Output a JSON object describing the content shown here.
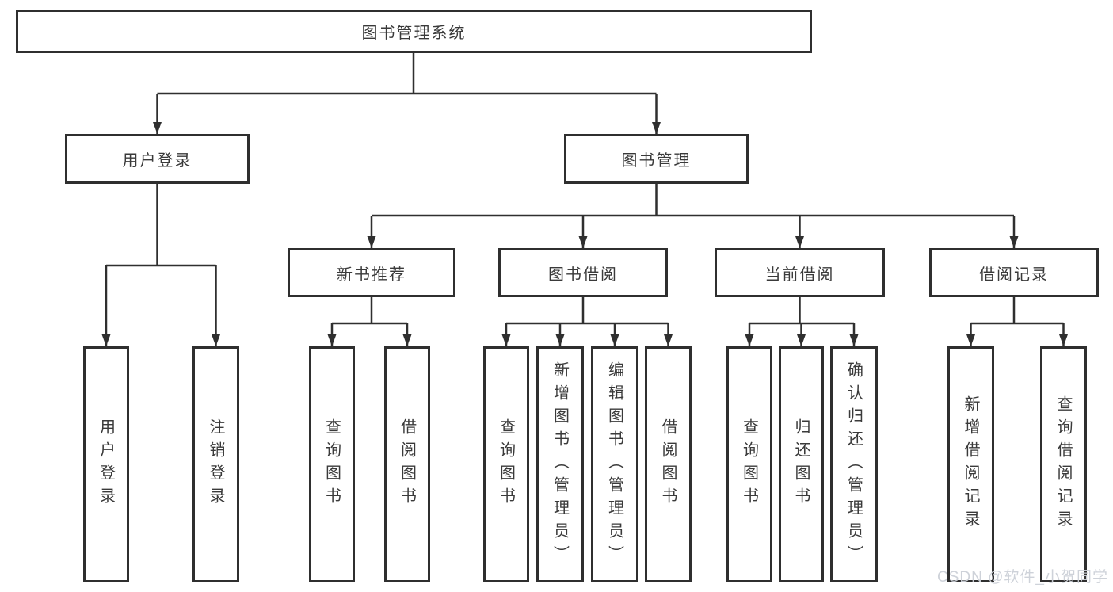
{
  "colors": {
    "line": "#2f2f2f",
    "text": "#3a3a3a",
    "background": "#ffffff",
    "watermark": "#cbd0d7"
  },
  "diagram": {
    "root": {
      "label": "图书管理系统"
    },
    "branches": [
      {
        "label": "用户登录",
        "leaves": [
          {
            "label": "用户登录"
          },
          {
            "label": "注销登录"
          }
        ]
      },
      {
        "label": "图书管理",
        "groups": [
          {
            "label": "新书推荐",
            "leaves": [
              {
                "label": "查询图书"
              },
              {
                "label": "借阅图书"
              }
            ]
          },
          {
            "label": "图书借阅",
            "leaves": [
              {
                "label": "查询图书"
              },
              {
                "label": "新增图书（管理员）"
              },
              {
                "label": "编辑图书（管理员）"
              },
              {
                "label": "借阅图书"
              }
            ]
          },
          {
            "label": "当前借阅",
            "leaves": [
              {
                "label": "查询图书"
              },
              {
                "label": "归还图书"
              },
              {
                "label": "确认归还（管理员）"
              }
            ]
          },
          {
            "label": "借阅记录",
            "leaves": [
              {
                "label": "新增借阅记录"
              },
              {
                "label": "查询借阅记录"
              }
            ]
          }
        ]
      }
    ]
  },
  "watermark": {
    "label": "CSDN @软件_小贺同学"
  }
}
